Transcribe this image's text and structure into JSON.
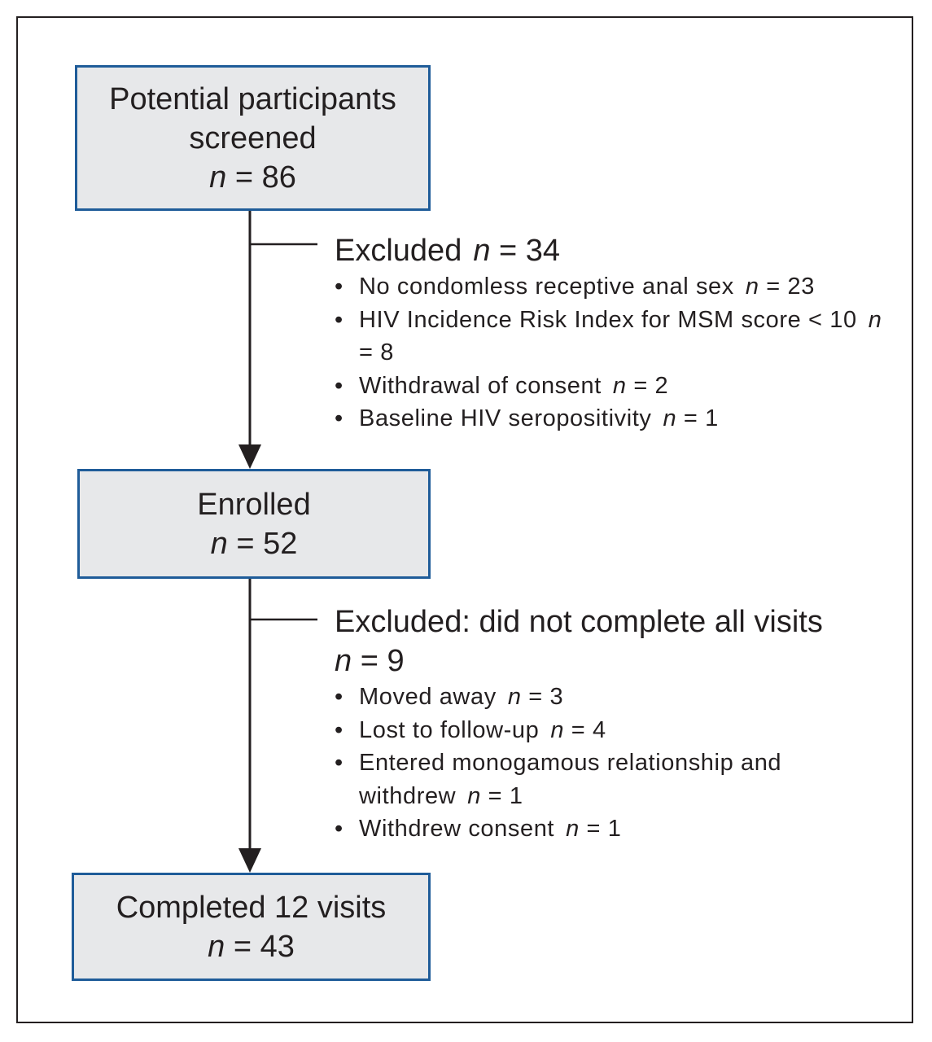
{
  "boxes": {
    "screened": {
      "label": "Potential participants screened",
      "n": "86"
    },
    "enrolled": {
      "label": "Enrolled",
      "n": "52"
    },
    "completed": {
      "label": "Completed 12 visits",
      "n": "43"
    }
  },
  "exclusion1": {
    "label": "Excluded",
    "n": "34",
    "items": [
      {
        "text": "No condomless receptive anal sex",
        "n": "23"
      },
      {
        "text": "HIV Incidence Risk Index for MSM score < 10",
        "n": "8"
      },
      {
        "text": "Withdrawal of consent",
        "n": "2"
      },
      {
        "text": "Baseline HIV seropositivity",
        "n": "1"
      }
    ]
  },
  "exclusion2": {
    "label": "Excluded: did not complete all visits",
    "n": "9",
    "items": [
      {
        "text": "Moved away",
        "n": "3"
      },
      {
        "text": "Lost to follow-up",
        "n": "4"
      },
      {
        "text": "Entered monogamous relationship and withdrew",
        "n": "1"
      },
      {
        "text": "Withdrew consent",
        "n": "1"
      }
    ]
  },
  "n_symbol": "n",
  "equals": "=",
  "colors": {
    "box_fill": "#e7e8ea",
    "box_border": "#1f5c99",
    "line": "#231f20"
  }
}
